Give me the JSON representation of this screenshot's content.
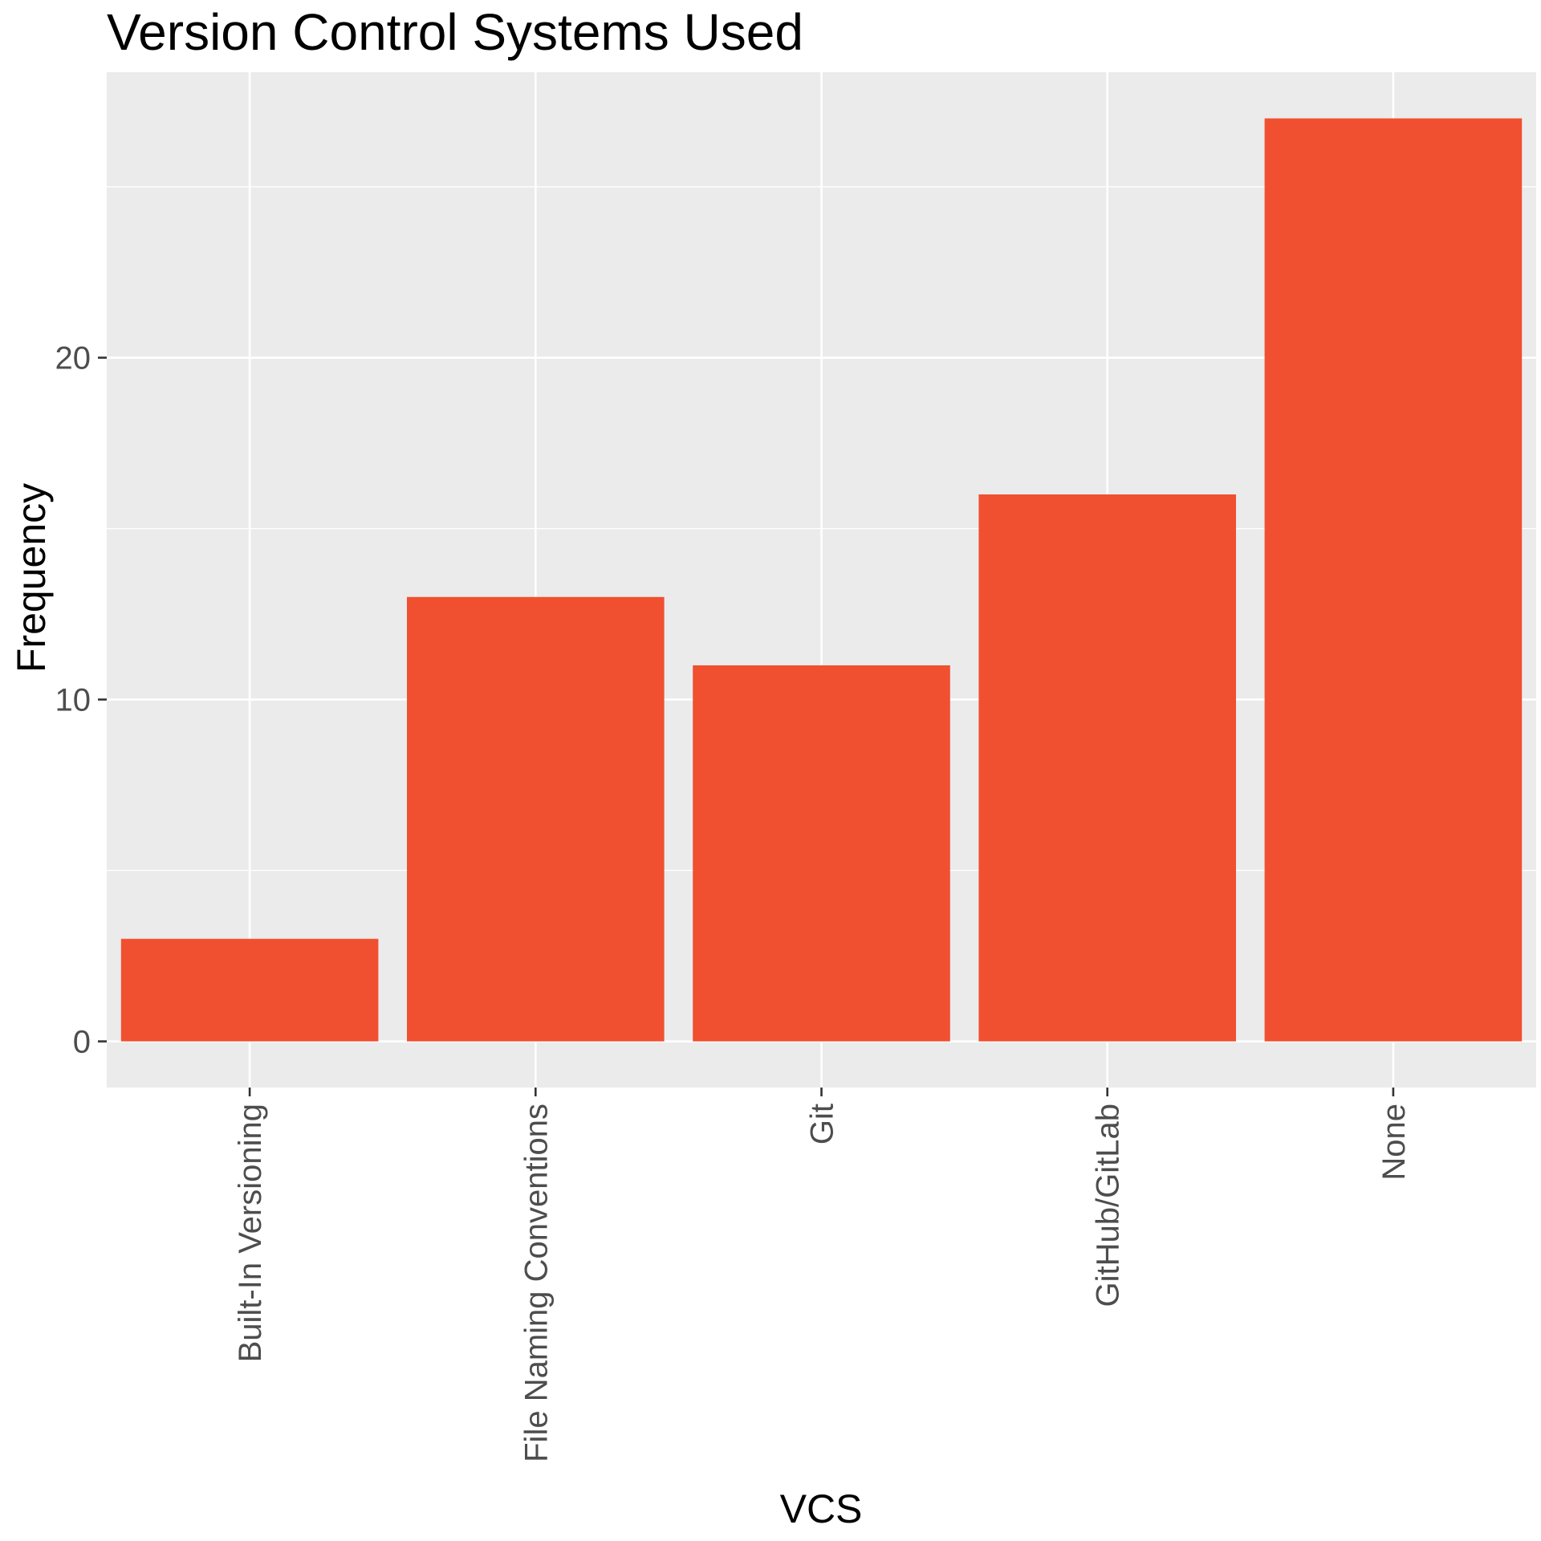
{
  "chart_data": {
    "type": "bar",
    "title": "Version Control Systems Used",
    "xlabel": "VCS",
    "ylabel": "Frequency",
    "categories": [
      "Built-In Versioning",
      "File Naming Conventions",
      "Git",
      "GitHub/GitLab",
      "None"
    ],
    "values": [
      3,
      13,
      11,
      16,
      27
    ],
    "ylim": [
      -1.35,
      28.35
    ],
    "yticks": [
      0,
      10,
      20
    ],
    "grid": true,
    "legend": "none",
    "colors": {
      "bar": "#f05030",
      "panel": "#ebebeb",
      "grid": "#ffffff",
      "tick_text": "#4d4d4d",
      "tick_mark": "#333333"
    }
  }
}
